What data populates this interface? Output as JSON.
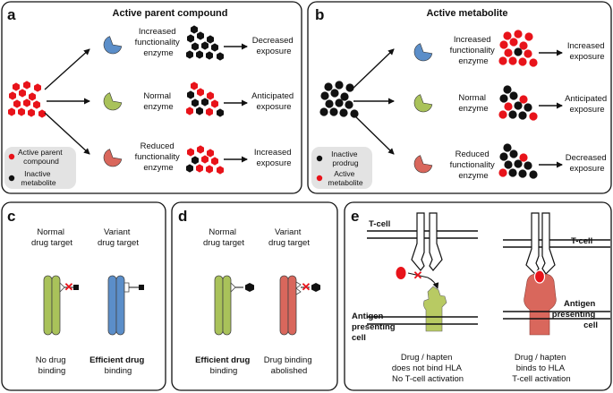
{
  "colors": {
    "red": "#e8131a",
    "black": "#111111",
    "blue": "#5b8ec9",
    "green": "#a9c25a",
    "salmon": "#d9675c",
    "legend_bg": "#e3e3e3"
  },
  "panel_a": {
    "letter": "a",
    "title": "Active parent compound",
    "rows": [
      {
        "enzyme": [
          "Increased",
          "functionality",
          "enzyme"
        ],
        "outcome": [
          "Decreased",
          "exposure"
        ]
      },
      {
        "enzyme": [
          "Normal",
          "enzyme"
        ],
        "outcome": [
          "Anticipated",
          "exposure"
        ]
      },
      {
        "enzyme": [
          "Reduced",
          "functionality",
          "enzyme"
        ],
        "outcome": [
          "Increased",
          "exposure"
        ]
      }
    ],
    "legend": {
      "red": [
        "Active parent",
        "compound"
      ],
      "black": [
        "Inactive",
        "metabolite"
      ]
    }
  },
  "panel_b": {
    "letter": "b",
    "title": "Active metabolite",
    "rows": [
      {
        "enzyme": [
          "Increased",
          "functionality",
          "enzyme"
        ],
        "outcome": [
          "Increased",
          "exposure"
        ]
      },
      {
        "enzyme": [
          "Normal",
          "enzyme"
        ],
        "outcome": [
          "Anticipated",
          "exposure"
        ]
      },
      {
        "enzyme": [
          "Reduced",
          "functionality",
          "enzyme"
        ],
        "outcome": [
          "Decreased",
          "exposure"
        ]
      }
    ],
    "legend": {
      "black": [
        "Inactive",
        "prodrug"
      ],
      "red": [
        "Active",
        "metabolite"
      ]
    }
  },
  "panel_c": {
    "letter": "c",
    "left_title": [
      "Normal",
      "drug target"
    ],
    "right_title": [
      "Variant",
      "drug target"
    ],
    "left_caption": [
      "No drug",
      "binding"
    ],
    "right_caption_bold": "Efficient drug",
    "right_caption": "binding"
  },
  "panel_d": {
    "letter": "d",
    "left_title": [
      "Normal",
      "drug target"
    ],
    "right_title": [
      "Variant",
      "drug target"
    ],
    "left_caption_bold": "Efficient drug",
    "left_caption": "binding",
    "right_caption": [
      "Drug binding",
      "abolished"
    ]
  },
  "panel_e": {
    "letter": "e",
    "tcell_label": "T-cell",
    "apc_label": [
      "Antigen",
      "presenting",
      "cell"
    ],
    "left_caption": [
      "Drug / hapten",
      "does not bind HLA",
      "No T-cell activation"
    ],
    "right_caption": [
      "Drug / hapten",
      "binds to HLA",
      "T-cell activation"
    ]
  }
}
